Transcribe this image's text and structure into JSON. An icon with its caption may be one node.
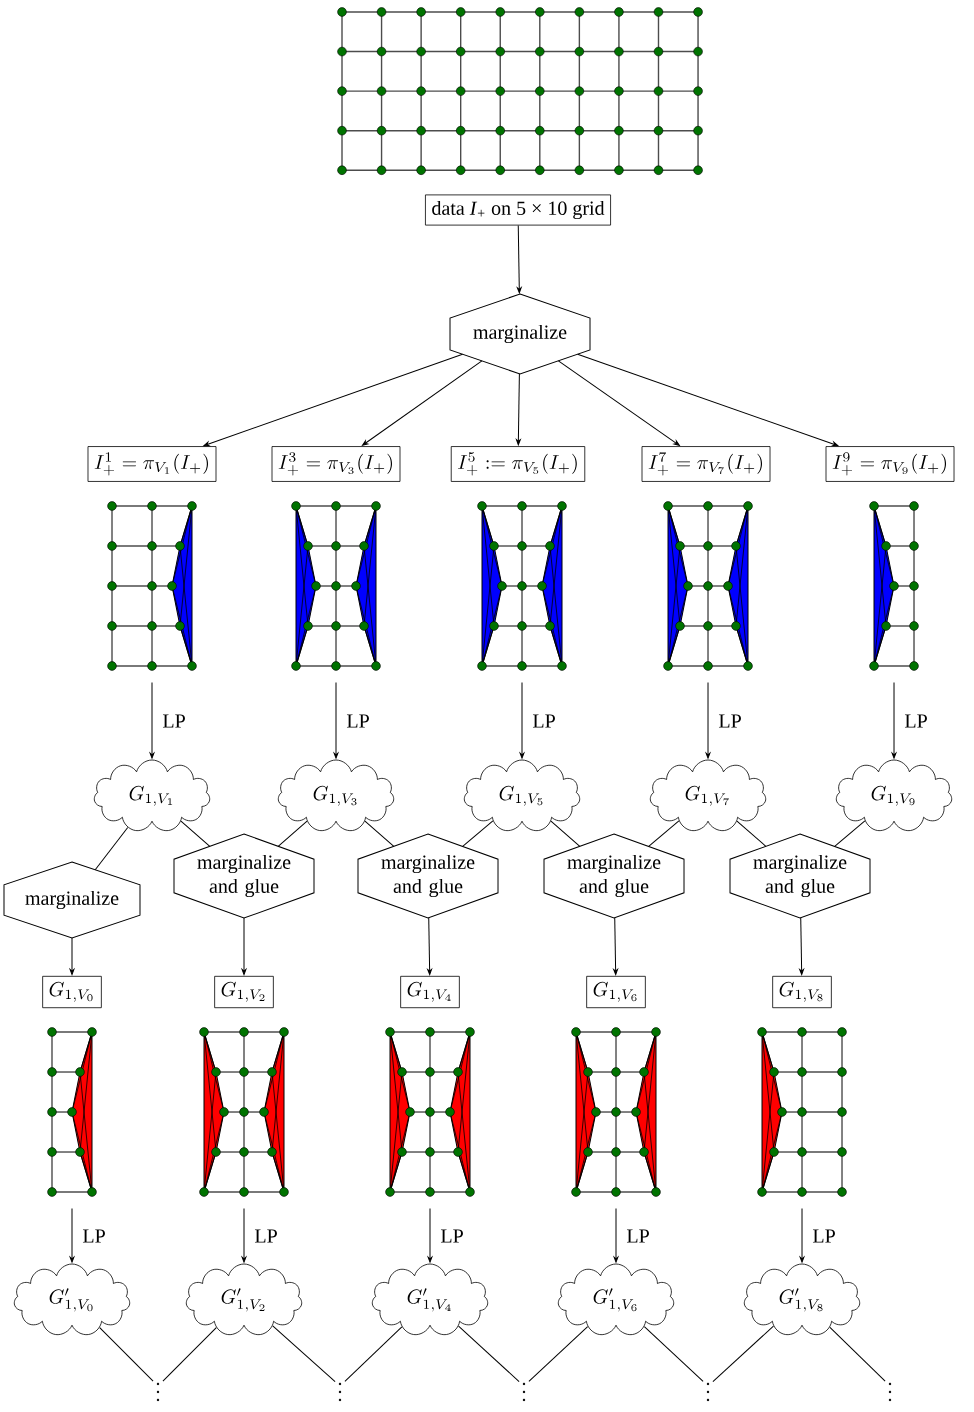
{
  "diagram": {
    "nodes": [
      {
        "text": [
          "data *I*$_{+}$ on 5 × 10 grid"
        ]
      },
      {
        "text": [
          "marginalize"
        ]
      },
      {
        "text": [
          "I_+^1 = \\pi_{V_1}(I_+)"
        ]
      },
      {
        "text": [
          "I_+^3 = \\pi_{V_3}(I_+)"
        ]
      },
      {
        "text": [
          "I_+^5 := \\pi_{V_5}(I_+)"
        ]
      },
      {
        "text": [
          "I_+^7 = \\pi_{V_7}(I_+)"
        ]
      },
      {
        "text": [
          "I_+^9 = \\pi_{V_9}(I_+)"
        ]
      },
      {
        "text": [],
        "shape": "picture"
      },
      {
        "text": [],
        "shape": "picture"
      },
      {
        "text": [],
        "shape": "picture"
      },
      {
        "text": [],
        "shape": "picture"
      },
      {
        "text": [],
        "shape": "picture"
      },
      {
        "text": [
          "G_{1,V_1}"
        ]
      },
      {
        "text": [
          "G_{1,V_3}"
        ]
      },
      {
        "text": [
          "G_{1,V_5}"
        ]
      },
      {
        "text": [
          "G_{1,V_7}"
        ]
      },
      {
        "text": [
          "G_{1,V_9}"
        ]
      },
      {
        "text": [
          "marginalize"
        ]
      },
      {
        "text": [
          "marginalize and glue"
        ]
      },
      {
        "text": [
          "marginalize and glue"
        ]
      },
      {
        "text": [
          "marginalize and glue"
        ]
      },
      {
        "text": [
          "marginalize and glue"
        ]
      },
      {
        "text": [
          "G_{1,V_0}"
        ]
      },
      {
        "text": [
          "G_{1,V_2}"
        ]
      },
      {
        "text": [
          "G_{1,V_4}"
        ]
      },
      {
        "text": [
          "G_{1,V_6}"
        ]
      },
      {
        "text": [
          "G_{1,V_8}"
        ]
      },
      {
        "text": [],
        "shape": "picture"
      },
      {
        "text": [],
        "shape": "picture"
      },
      {
        "text": [],
        "shape": "picture"
      },
      {
        "text": [],
        "shape": "picture"
      },
      {
        "text": [],
        "shape": "picture"
      },
      {
        "text": [
          "G'_{1,V_0}"
        ]
      },
      {
        "text": [
          "G'_{1,V_2}"
        ]
      },
      {
        "text": [
          "G'_{1,V_4}"
        ]
      },
      {
        "text": [
          "G'_{1,V_6}"
        ]
      },
      {
        "text": [
          "G'_{1,V_8}"
        ]
      },
      {
        "text": [
          "\\vdots"
        ]
      },
      {
        "text": [
          "\\vdots"
        ]
      },
      {
        "text": [
          "\\vdots"
        ]
      },
      {
        "text": [
          "\\vdots"
        ]
      },
      {
        "text": [
          "\\vdots"
        ]
      }
    ],
    "edges": [
      {
        "from": 0,
        "to": 1,
        "arrow": "to"
      },
      {
        "from": 1,
        "to": 2,
        "arrow": "to"
      },
      {
        "from": 1,
        "to": 3,
        "arrow": "to"
      },
      {
        "from": 1,
        "to": 4,
        "arrow": "to"
      },
      {
        "from": 1,
        "to": 5,
        "arrow": "to"
      },
      {
        "from": 1,
        "to": 6,
        "arrow": "to"
      },
      {
        "from": 7,
        "to": 12,
        "arrow": "to",
        "label": "LP"
      },
      {
        "from": 8,
        "to": 13,
        "arrow": "to",
        "label": "LP"
      },
      {
        "from": 9,
        "to": 14,
        "arrow": "to",
        "label": "LP"
      },
      {
        "from": 10,
        "to": 15,
        "arrow": "to",
        "label": "LP"
      },
      {
        "from": 11,
        "to": 16,
        "arrow": "to",
        "label": "LP"
      },
      {
        "from": 12,
        "to": 17,
        "arrow": "none"
      },
      {
        "from": 12,
        "to": 18,
        "arrow": "none"
      },
      {
        "from": 13,
        "to": 18,
        "arrow": "none"
      },
      {
        "from": 13,
        "to": 19,
        "arrow": "none"
      },
      {
        "from": 14,
        "to": 19,
        "arrow": "none"
      },
      {
        "from": 14,
        "to": 20,
        "arrow": "none"
      },
      {
        "from": 15,
        "to": 20,
        "arrow": "none"
      },
      {
        "from": 15,
        "to": 21,
        "arrow": "none"
      },
      {
        "from": 16,
        "to": 21,
        "arrow": "none"
      },
      {
        "from": 17,
        "to": 22,
        "arrow": "to"
      },
      {
        "from": 18,
        "to": 23,
        "arrow": "to"
      },
      {
        "from": 19,
        "to": 24,
        "arrow": "to"
      },
      {
        "from": 20,
        "to": 25,
        "arrow": "to"
      },
      {
        "from": 21,
        "to": 26,
        "arrow": "to"
      },
      {
        "from": 27,
        "to": 32,
        "arrow": "to",
        "label": "LP"
      },
      {
        "from": 28,
        "to": 33,
        "arrow": "to",
        "label": "LP"
      },
      {
        "from": 29,
        "to": 34,
        "arrow": "to",
        "label": "LP"
      },
      {
        "from": 30,
        "to": 35,
        "arrow": "to",
        "label": "LP"
      },
      {
        "from": 31,
        "to": 36,
        "arrow": "to",
        "label": "LP"
      },
      {
        "from": 32,
        "to": 37,
        "arrow": "none"
      },
      {
        "from": 33,
        "to": 37,
        "arrow": "none"
      },
      {
        "from": 33,
        "to": 38,
        "arrow": "none"
      },
      {
        "from": 34,
        "to": 38,
        "arrow": "none"
      },
      {
        "from": 34,
        "to": 39,
        "arrow": "none"
      },
      {
        "from": 35,
        "to": 39,
        "arrow": "none"
      },
      {
        "from": 35,
        "to": 40,
        "arrow": "none"
      },
      {
        "from": 36,
        "to": 40,
        "arrow": "none"
      },
      {
        "from": 36,
        "to": 41,
        "arrow": "none"
      }
    ]
  }
}
